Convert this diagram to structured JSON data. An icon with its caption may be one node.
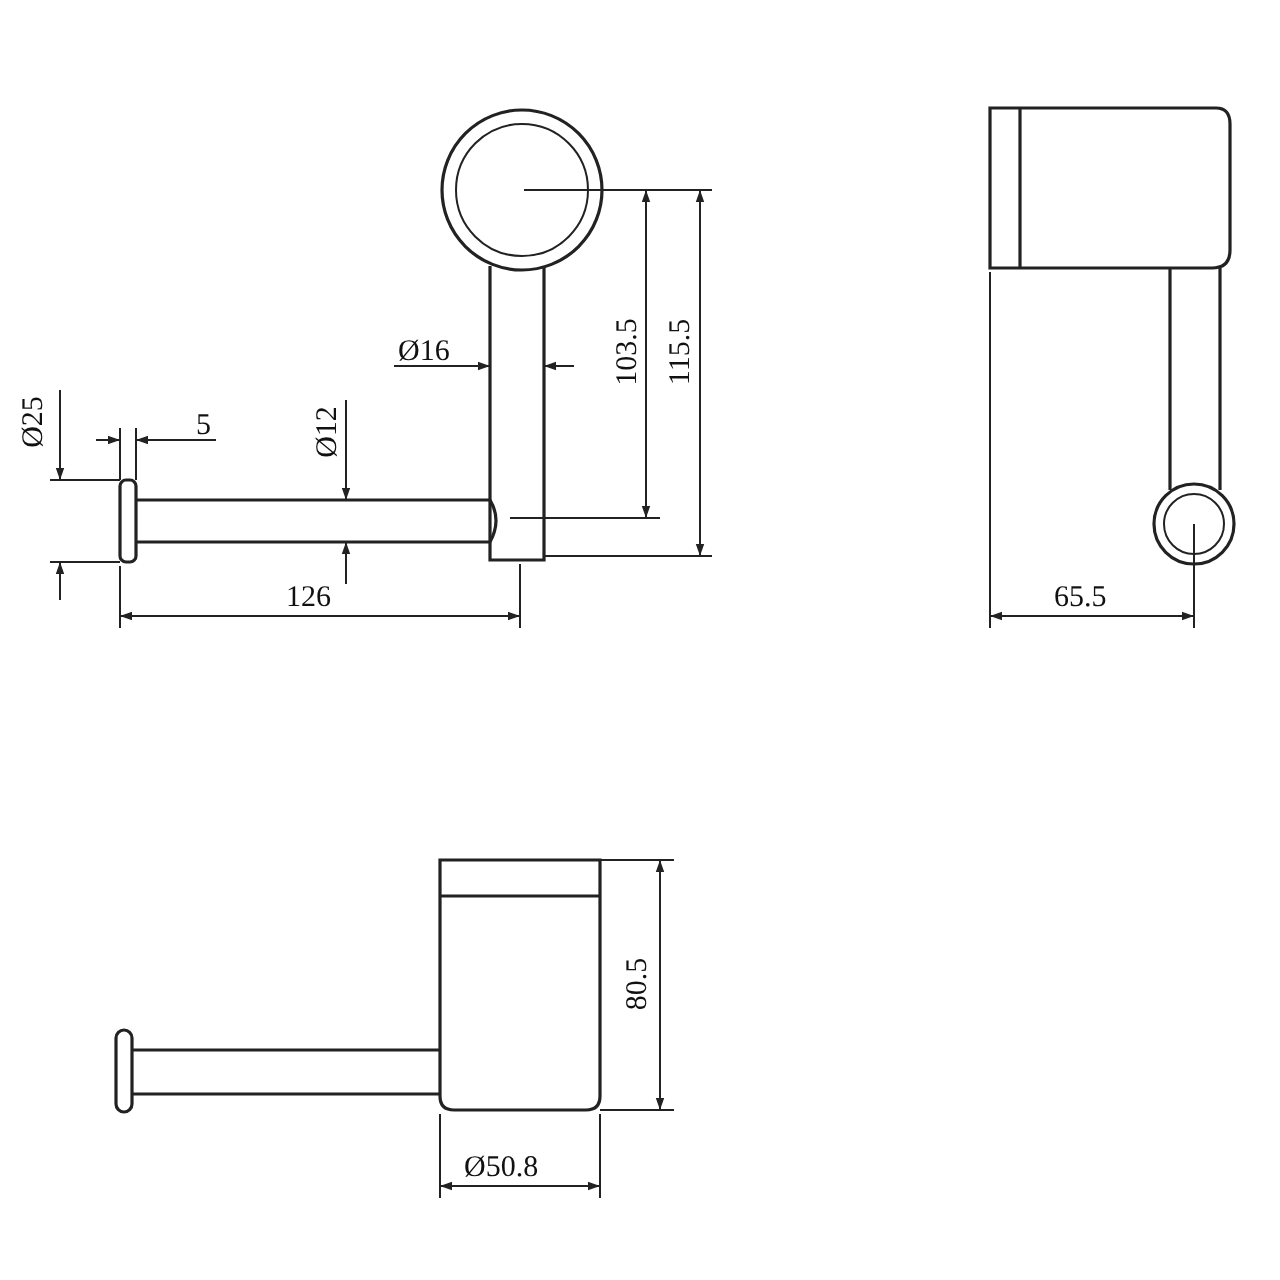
{
  "diagram": {
    "labels": [
      "Ø16",
      "103.5",
      "115.5",
      "Ø25",
      "5",
      "Ø12",
      "126",
      "65.5",
      "80.5",
      "Ø50.8"
    ]
  }
}
